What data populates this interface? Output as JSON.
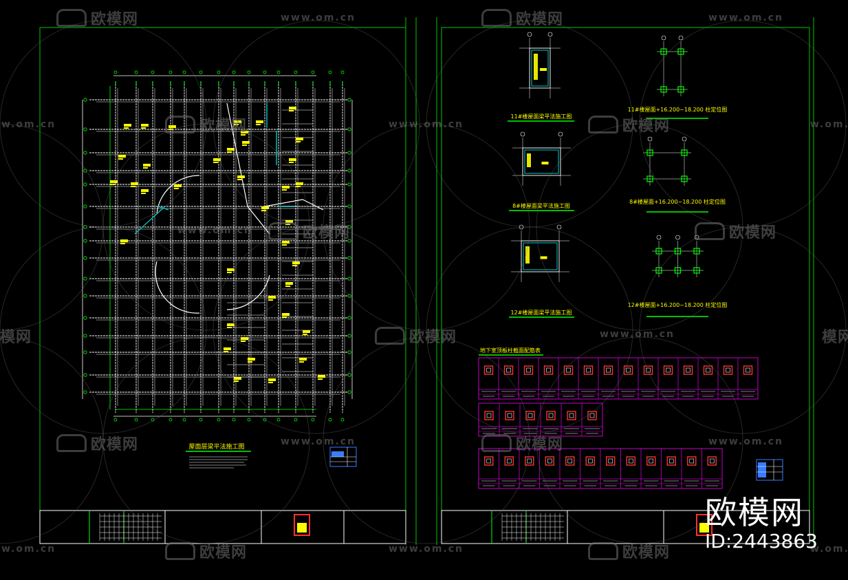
{
  "watermarks": {
    "logo_text": "欧模网",
    "url_text": "www.om.cn",
    "url_short": "ww.om.cn",
    "url_tail": "w.om.cn",
    "logo_tail": "模网"
  },
  "sheet_left": {
    "plan_title": "屋面层梁平法施工图"
  },
  "sheet_right": {
    "detail_titles": [
      "11#楼屋面梁平法施工图",
      "11#楼屋面+16.200~18.200 柱定位图",
      "8#楼屋面梁平法施工图",
      "8#楼屋面+16.200~18.200 柱定位图",
      "12#楼屋面梁平法施工图",
      "12#楼屋面+16.200~18.200 柱定位图"
    ],
    "table_title": "地下室顶板柱截面配筋表"
  },
  "brand": {
    "name": "欧模网",
    "id": "ID:2443863"
  },
  "colors": {
    "background": "#000000",
    "frame": "#00c800",
    "grid": "#ffffff",
    "axis": "#00ff00",
    "label": "#ffff00",
    "wall": "#00c8c8",
    "table": "#c800c8",
    "rebar": "#ff3030",
    "watermark": "#6f6f6f"
  }
}
